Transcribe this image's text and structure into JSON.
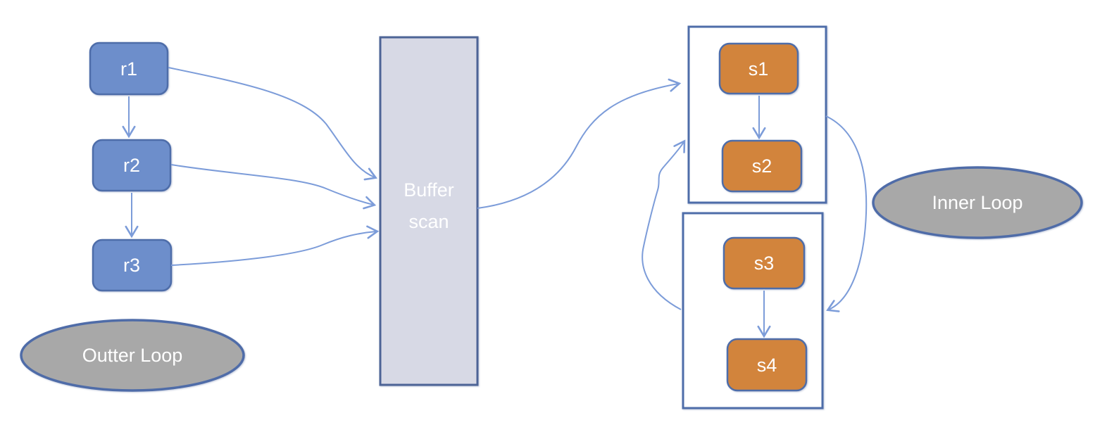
{
  "diagram": {
    "outer_nodes": [
      {
        "id": "r1",
        "label": "r1"
      },
      {
        "id": "r2",
        "label": "r2"
      },
      {
        "id": "r3",
        "label": "r3"
      }
    ],
    "buffer": {
      "label_line1": "Buffer",
      "label_line2": "scan"
    },
    "inner_group_top": [
      {
        "id": "s1",
        "label": "s1"
      },
      {
        "id": "s2",
        "label": "s2"
      }
    ],
    "inner_group_bottom": [
      {
        "id": "s3",
        "label": "s3"
      },
      {
        "id": "s4",
        "label": "s4"
      }
    ],
    "outer_loop": {
      "label": "Outter Loop"
    },
    "inner_loop": {
      "label": "Inner Loop"
    },
    "edges": [
      {
        "from": "r1",
        "to": "r2"
      },
      {
        "from": "r2",
        "to": "r3"
      },
      {
        "from": "r1",
        "to": "buffer-scan"
      },
      {
        "from": "r2",
        "to": "buffer-scan"
      },
      {
        "from": "r3",
        "to": "buffer-scan"
      },
      {
        "from": "buffer-scan",
        "to": "inner-group-top"
      },
      {
        "from": "inner-group-top",
        "to": "inner-group-bottom"
      },
      {
        "from": "inner-group-bottom",
        "to": "inner-group-top"
      },
      {
        "from": "s1",
        "to": "s2"
      },
      {
        "from": "s3",
        "to": "s4"
      }
    ]
  },
  "colors": {
    "outer_node_fill": "#6D8ECB",
    "inner_node_fill": "#D2843C",
    "node_border": "#4E6DA9",
    "group_box_border": "#4E6DA9",
    "buffer_fill": "#D7D9E5",
    "buffer_border": "#4D6496",
    "loop_ellipse_fill": "#A8A8A8",
    "loop_ellipse_border": "#4F6CA8",
    "connector": "#7C9CD9",
    "label_text": "#FFFFFF"
  }
}
